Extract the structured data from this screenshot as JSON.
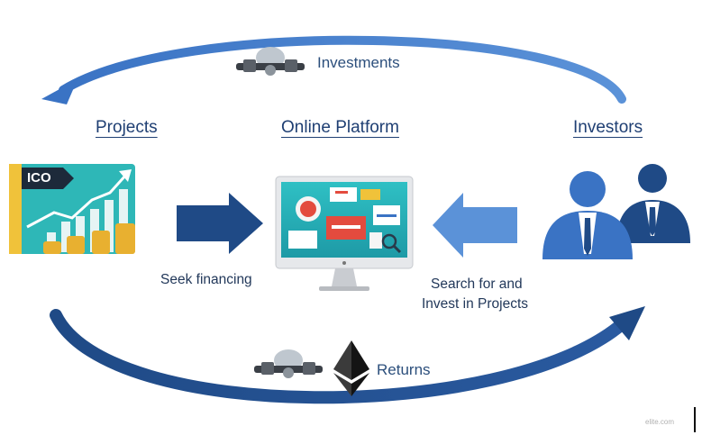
{
  "headings": {
    "projects": "Projects",
    "platform": "Online Platform",
    "investors": "Investors"
  },
  "flows": {
    "investments": "Investments",
    "returns": "Returns"
  },
  "captions": {
    "seek": "Seek financing",
    "search_line1": "Search for and",
    "search_line2": "Invest in Projects"
  },
  "ico_badge": "ICO",
  "watermark": "elite.com",
  "colors": {
    "dark_blue": "#1f4a86",
    "mid_blue": "#3a73c4",
    "light_blue": "#5b92d8",
    "teal": "#2eb7b7",
    "gold": "#e8b030"
  }
}
